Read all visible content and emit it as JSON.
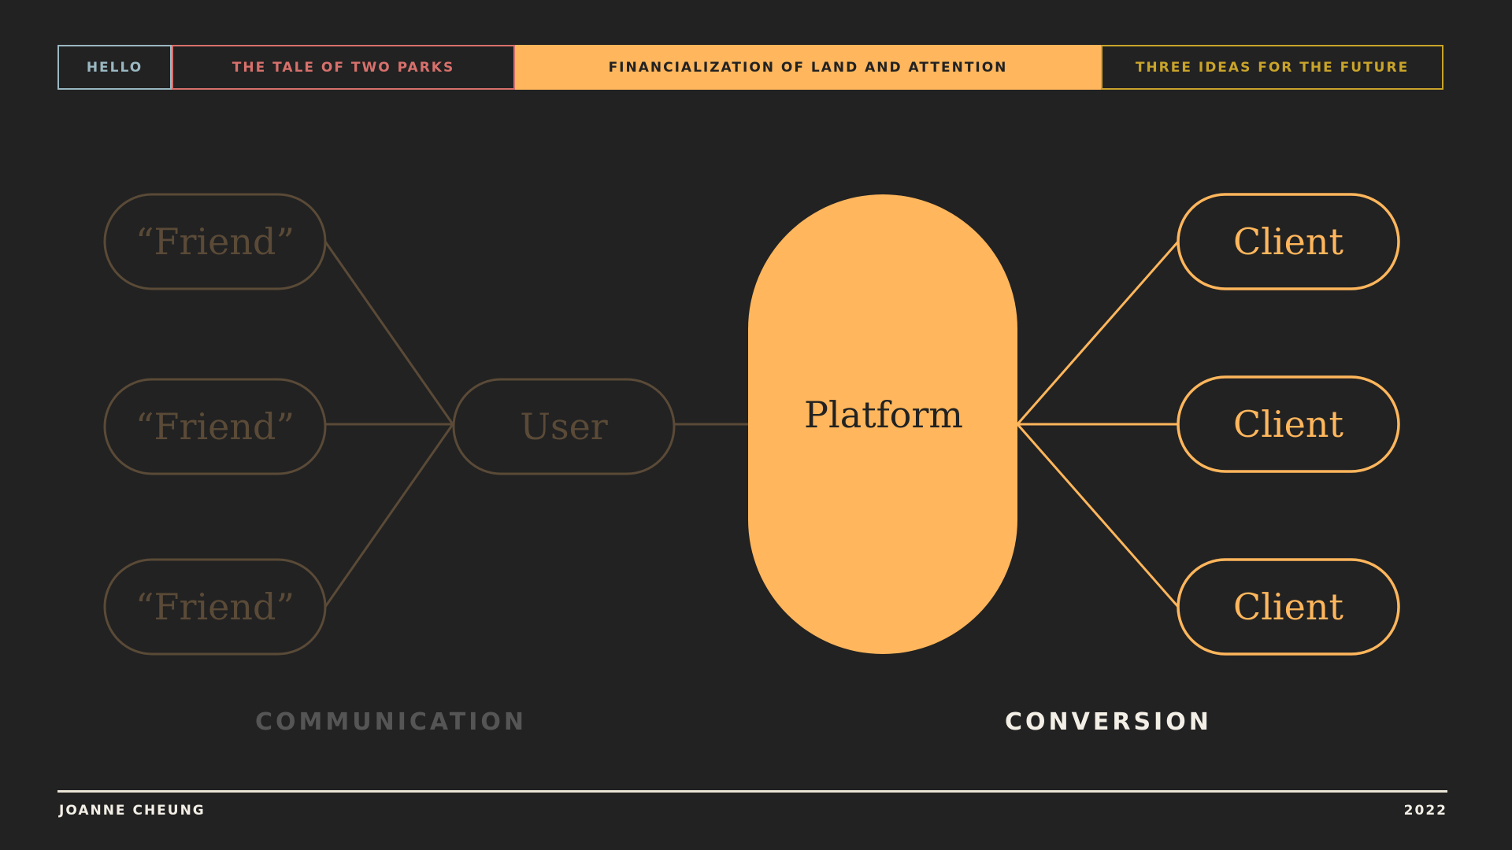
{
  "nav": {
    "tabs": [
      {
        "label": "HELLO"
      },
      {
        "label": "THE TALE OF TWO PARKS"
      },
      {
        "label": "FINANCIALIZATION OF LAND AND ATTENTION",
        "active": true
      },
      {
        "label": "THREE IDEAS FOR THE FUTURE"
      }
    ]
  },
  "diagram": {
    "friends": [
      "“Friend”",
      "“Friend”",
      "“Friend”"
    ],
    "user": "User",
    "platform": "Platform",
    "clients": [
      "Client",
      "Client",
      "Client"
    ],
    "labels": {
      "communication": "COMMUNICATION",
      "conversion": "CONVERSION"
    }
  },
  "footer": {
    "author": "JOANNE CHEUNG",
    "year": "2022"
  },
  "colors": {
    "background": "#222222",
    "accent": "#ffb65c",
    "muted": "#5a4a37",
    "hello": "#9ab8c2",
    "parks": "#d8706c",
    "future": "#c9a42a",
    "text_light": "#f3efe6"
  }
}
